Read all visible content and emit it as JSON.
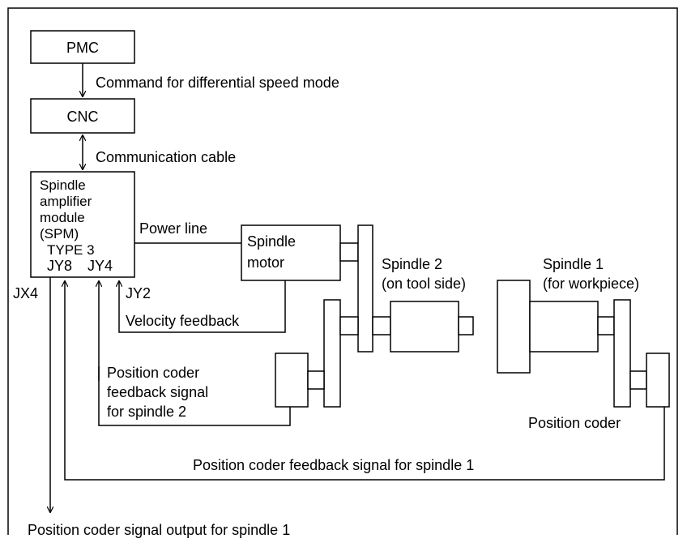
{
  "blocks": {
    "pmc": "PMC",
    "cnc": "CNC",
    "spm_lines": [
      "Spindle",
      "amplifier",
      "module",
      "(SPM)",
      "TYPE 3"
    ],
    "spm_port_jy8": "JY8",
    "spm_port_jy4": "JY4",
    "spindle_motor_lines": [
      "Spindle",
      "motor"
    ],
    "spindle2_lines": [
      "Spindle 2",
      "(on tool side)"
    ],
    "spindle1_lines": [
      "Spindle 1",
      "(for workpiece)"
    ],
    "position_coder": "Position coder"
  },
  "signals": {
    "command": "Command for differential speed mode",
    "communication": "Communication cable",
    "power_line": "Power line",
    "jx4": "JX4",
    "jy2": "JY2",
    "velocity_feedback": "Velocity feedback",
    "pc_feedback_spindle2_lines": [
      "Position coder",
      "feedback signal",
      "for spindle 2"
    ],
    "pc_feedback_spindle1": "Position coder feedback signal for spindle 1",
    "pc_output_spindle1": "Position coder signal output for spindle 1"
  }
}
